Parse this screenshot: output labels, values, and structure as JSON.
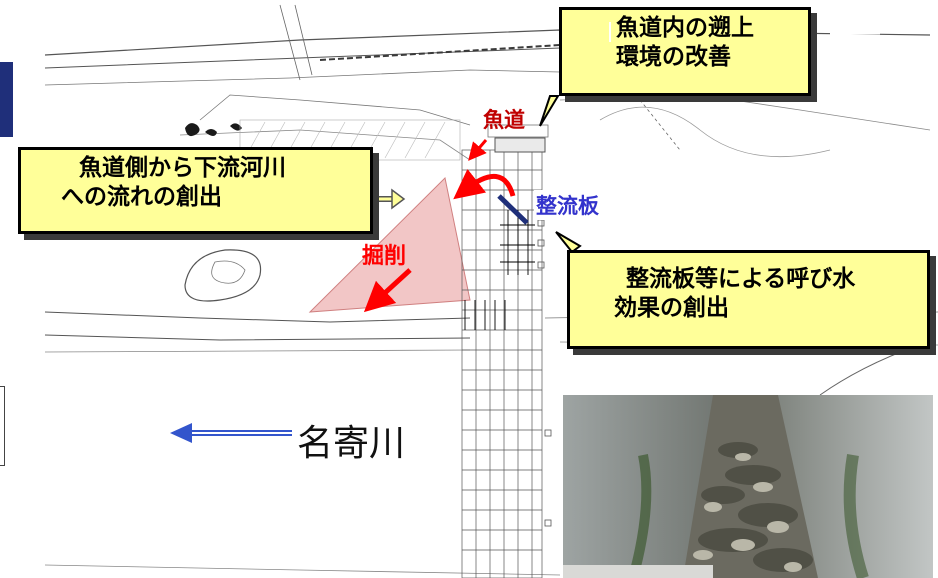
{
  "callouts": {
    "top": {
      "line1": "魚道内の遡上",
      "line2": "環境の改善"
    },
    "left": {
      "line1": "魚道側から下流河川",
      "line2": "への流れの創出"
    },
    "right": {
      "line1": "整流板等による呼び水",
      "line2": "効果の創出"
    }
  },
  "labels": {
    "fishway": "魚道",
    "baffle": "整流板",
    "excavation": "掘削",
    "river": "名寄川"
  },
  "colors": {
    "callout_bg": "#ffff99",
    "fishway_red": "#c00000",
    "baffle_blue": "#3333cc",
    "arrow_red": "#ff0000",
    "river_arrow_blue": "#3355cc",
    "excavation_fill": "#f2c6c6"
  }
}
